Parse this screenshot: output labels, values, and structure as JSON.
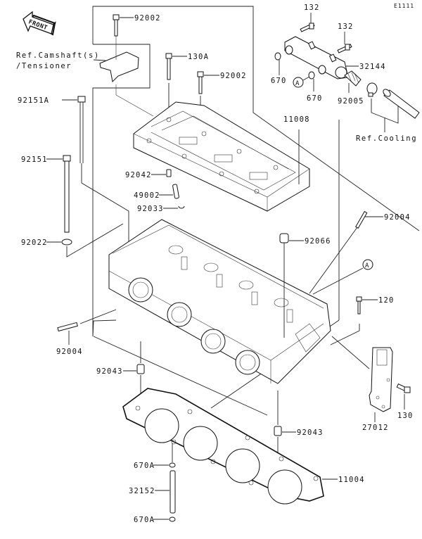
{
  "diagram": {
    "code": "E1111",
    "front_label": "FRONT",
    "references": {
      "camshaft_line1": "Ref.Camshaft(s)",
      "camshaft_line2": "/Tensioner",
      "cooling": "Ref.Cooling"
    },
    "callout_marker": "A",
    "parts": {
      "p92002_top": "92002",
      "p130A": "130A",
      "p92002_mid": "92002",
      "p92151A": "92151A",
      "p92151": "92151",
      "p92042": "92042",
      "p49002": "49002",
      "p92033": "92033",
      "p92022": "92022",
      "p11008": "11008",
      "p132_a": "132",
      "p132_b": "132",
      "p32144": "32144",
      "p670_a": "670",
      "p670_b": "670",
      "p92005": "92005",
      "p92004_right": "92004",
      "p92066": "92066",
      "p120": "120",
      "p92004_left": "92004",
      "p92043_left": "92043",
      "p92043_right": "92043",
      "p27012": "27012",
      "p130": "130",
      "p670A_top": "670A",
      "p32152": "32152",
      "p670A_bottom": "670A",
      "p11004": "11004"
    }
  }
}
